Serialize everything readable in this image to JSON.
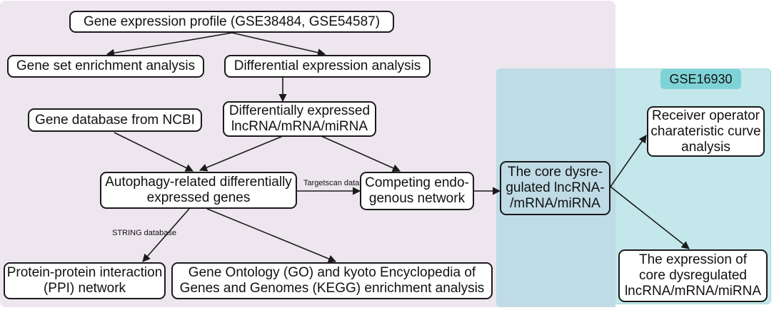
{
  "panel_colors": {
    "left_panel": "#ede6ee",
    "right_panel": "#c3e7ea",
    "dataset_tag": "#7fd3d7"
  },
  "nodes": {
    "gene_expression_profile": [
      "Gene expression profile (GSE38484, GSE54587)"
    ],
    "gene_set_enrichment": [
      "Gene set enrichment analysis"
    ],
    "differential_expression": [
      "Differential expression analysis"
    ],
    "differentially_expressed": [
      "Differentially expressed",
      "lncRNA/mRNA/miRNA"
    ],
    "gene_database_ncbi": [
      "Gene database from NCBI"
    ],
    "autophagy_related": [
      "Autophagy-related differentially",
      "expressed genes"
    ],
    "competing_endogenous": [
      "Competing endo-",
      "genous network"
    ],
    "core_dysregulated": [
      "The core dysre-",
      "gulated lncRNA-",
      "/mRNA/miRNA"
    ],
    "receiver_operator": [
      "Receiver operator",
      "charateristic curve",
      "analysis"
    ],
    "expression_core": [
      "The expression of",
      "core dysregulated",
      "lncRNA/mRNA/miRNA"
    ],
    "ppi_network": [
      "Protein-protein interaction",
      "(PPI) network"
    ],
    "go_kegg": [
      "Gene Ontology (GO) and kyoto Encyclopedia of",
      "Genes and Genomes (KEGG) enrichment analysis"
    ]
  },
  "dataset_tag": "GSE16930",
  "edge_labels": {
    "targetscan": [
      "Targetscan",
      "database"
    ],
    "string": [
      "STRING database"
    ]
  }
}
